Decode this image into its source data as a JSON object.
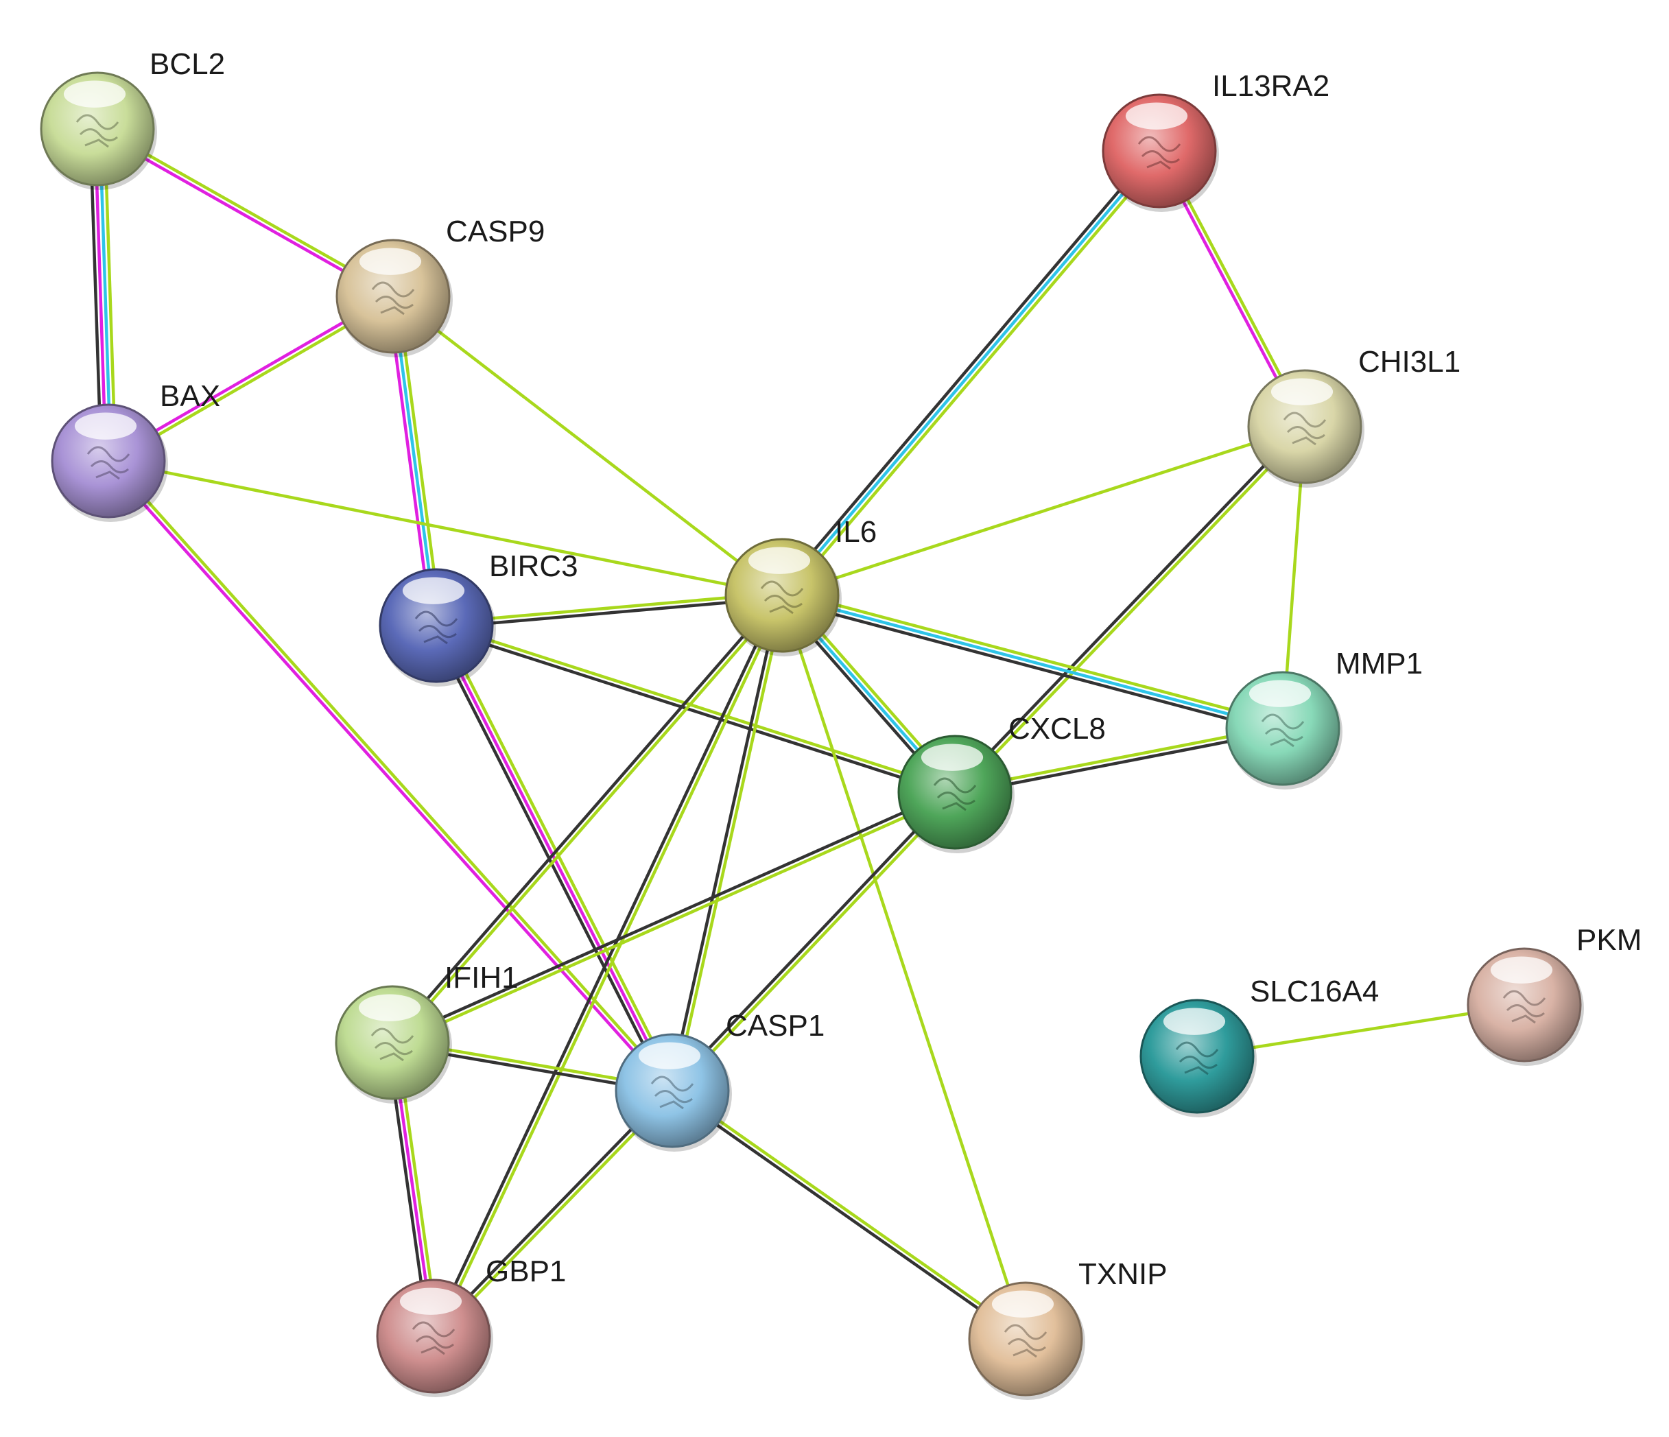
{
  "network": {
    "nodes": [
      {
        "id": "BCL2",
        "label": "BCL2",
        "color": "#c9dd9a"
      },
      {
        "id": "CASP9",
        "label": "CASP9",
        "color": "#d8c39a"
      },
      {
        "id": "BAX",
        "label": "BAX",
        "color": "#a993d6"
      },
      {
        "id": "BIRC3",
        "label": "BIRC3",
        "color": "#5b6ab8"
      },
      {
        "id": "IL6",
        "label": "IL6",
        "color": "#c8c46a"
      },
      {
        "id": "IL13RA2",
        "label": "IL13RA2",
        "color": "#e06a6a"
      },
      {
        "id": "CHI3L1",
        "label": "CHI3L1",
        "color": "#d9d6a8"
      },
      {
        "id": "MMP1",
        "label": "MMP1",
        "color": "#88d9b8"
      },
      {
        "id": "CXCL8",
        "label": "CXCL8",
        "color": "#4fa65a"
      },
      {
        "id": "IFIH1",
        "label": "IFIH1",
        "color": "#bfdc94"
      },
      {
        "id": "CASP1",
        "label": "CASP1",
        "color": "#8fc4e6"
      },
      {
        "id": "GBP1",
        "label": "GBP1",
        "color": "#cf8f8f"
      },
      {
        "id": "TXNIP",
        "label": "TXNIP",
        "color": "#e2c09c"
      },
      {
        "id": "SLC16A4",
        "label": "SLC16A4",
        "color": "#2f9c9c"
      },
      {
        "id": "PKM",
        "label": "PKM",
        "color": "#d9b3a6"
      }
    ],
    "edges": [
      {
        "source": "BCL2",
        "target": "BAX",
        "types": [
          "#a8d81c",
          "#2ec4e8",
          "#e020e0",
          "#333333"
        ]
      },
      {
        "source": "BCL2",
        "target": "CASP9",
        "types": [
          "#a8d81c",
          "#e020e0"
        ]
      },
      {
        "source": "CASP9",
        "target": "BAX",
        "types": [
          "#a8d81c",
          "#e020e0"
        ]
      },
      {
        "source": "CASP9",
        "target": "BIRC3",
        "types": [
          "#a8d81c",
          "#2ec4e8",
          "#e020e0"
        ]
      },
      {
        "source": "CASP9",
        "target": "IL6",
        "types": [
          "#a8d81c"
        ]
      },
      {
        "source": "BAX",
        "target": "IL6",
        "types": [
          "#a8d81c"
        ]
      },
      {
        "source": "BAX",
        "target": "CASP1",
        "types": [
          "#a8d81c",
          "#e020e0"
        ]
      },
      {
        "source": "IL13RA2",
        "target": "IL6",
        "types": [
          "#a8d81c",
          "#2ec4e8",
          "#333333"
        ]
      },
      {
        "source": "IL13RA2",
        "target": "CHI3L1",
        "types": [
          "#a8d81c",
          "#e020e0"
        ]
      },
      {
        "source": "CHI3L1",
        "target": "IL6",
        "types": [
          "#a8d81c"
        ]
      },
      {
        "source": "CHI3L1",
        "target": "MMP1",
        "types": [
          "#a8d81c"
        ]
      },
      {
        "source": "CHI3L1",
        "target": "CXCL8",
        "types": [
          "#a8d81c",
          "#333333"
        ]
      },
      {
        "source": "BIRC3",
        "target": "IL6",
        "types": [
          "#a8d81c",
          "#333333"
        ]
      },
      {
        "source": "BIRC3",
        "target": "CXCL8",
        "types": [
          "#a8d81c",
          "#333333"
        ]
      },
      {
        "source": "BIRC3",
        "target": "CASP1",
        "types": [
          "#a8d81c",
          "#e020e0",
          "#333333"
        ]
      },
      {
        "source": "IL6",
        "target": "CXCL8",
        "types": [
          "#a8d81c",
          "#2ec4e8",
          "#333333"
        ]
      },
      {
        "source": "IL6",
        "target": "MMP1",
        "types": [
          "#a8d81c",
          "#2ec4e8",
          "#333333"
        ]
      },
      {
        "source": "IL6",
        "target": "IFIH1",
        "types": [
          "#a8d81c",
          "#333333"
        ]
      },
      {
        "source": "IL6",
        "target": "CASP1",
        "types": [
          "#a8d81c",
          "#333333"
        ]
      },
      {
        "source": "IL6",
        "target": "GBP1",
        "types": [
          "#a8d81c",
          "#333333"
        ]
      },
      {
        "source": "IL6",
        "target": "TXNIP",
        "types": [
          "#a8d81c"
        ]
      },
      {
        "source": "CXCL8",
        "target": "MMP1",
        "types": [
          "#a8d81c",
          "#333333"
        ]
      },
      {
        "source": "CXCL8",
        "target": "IFIH1",
        "types": [
          "#a8d81c",
          "#333333"
        ]
      },
      {
        "source": "CXCL8",
        "target": "CASP1",
        "types": [
          "#a8d81c",
          "#333333"
        ]
      },
      {
        "source": "IFIH1",
        "target": "CASP1",
        "types": [
          "#a8d81c",
          "#333333"
        ]
      },
      {
        "source": "IFIH1",
        "target": "GBP1",
        "types": [
          "#a8d81c",
          "#e020e0",
          "#333333"
        ]
      },
      {
        "source": "CASP1",
        "target": "GBP1",
        "types": [
          "#a8d81c",
          "#333333"
        ]
      },
      {
        "source": "CASP1",
        "target": "TXNIP",
        "types": [
          "#a8d81c",
          "#333333"
        ]
      },
      {
        "source": "SLC16A4",
        "target": "PKM",
        "types": [
          "#a8d81c"
        ]
      }
    ]
  }
}
